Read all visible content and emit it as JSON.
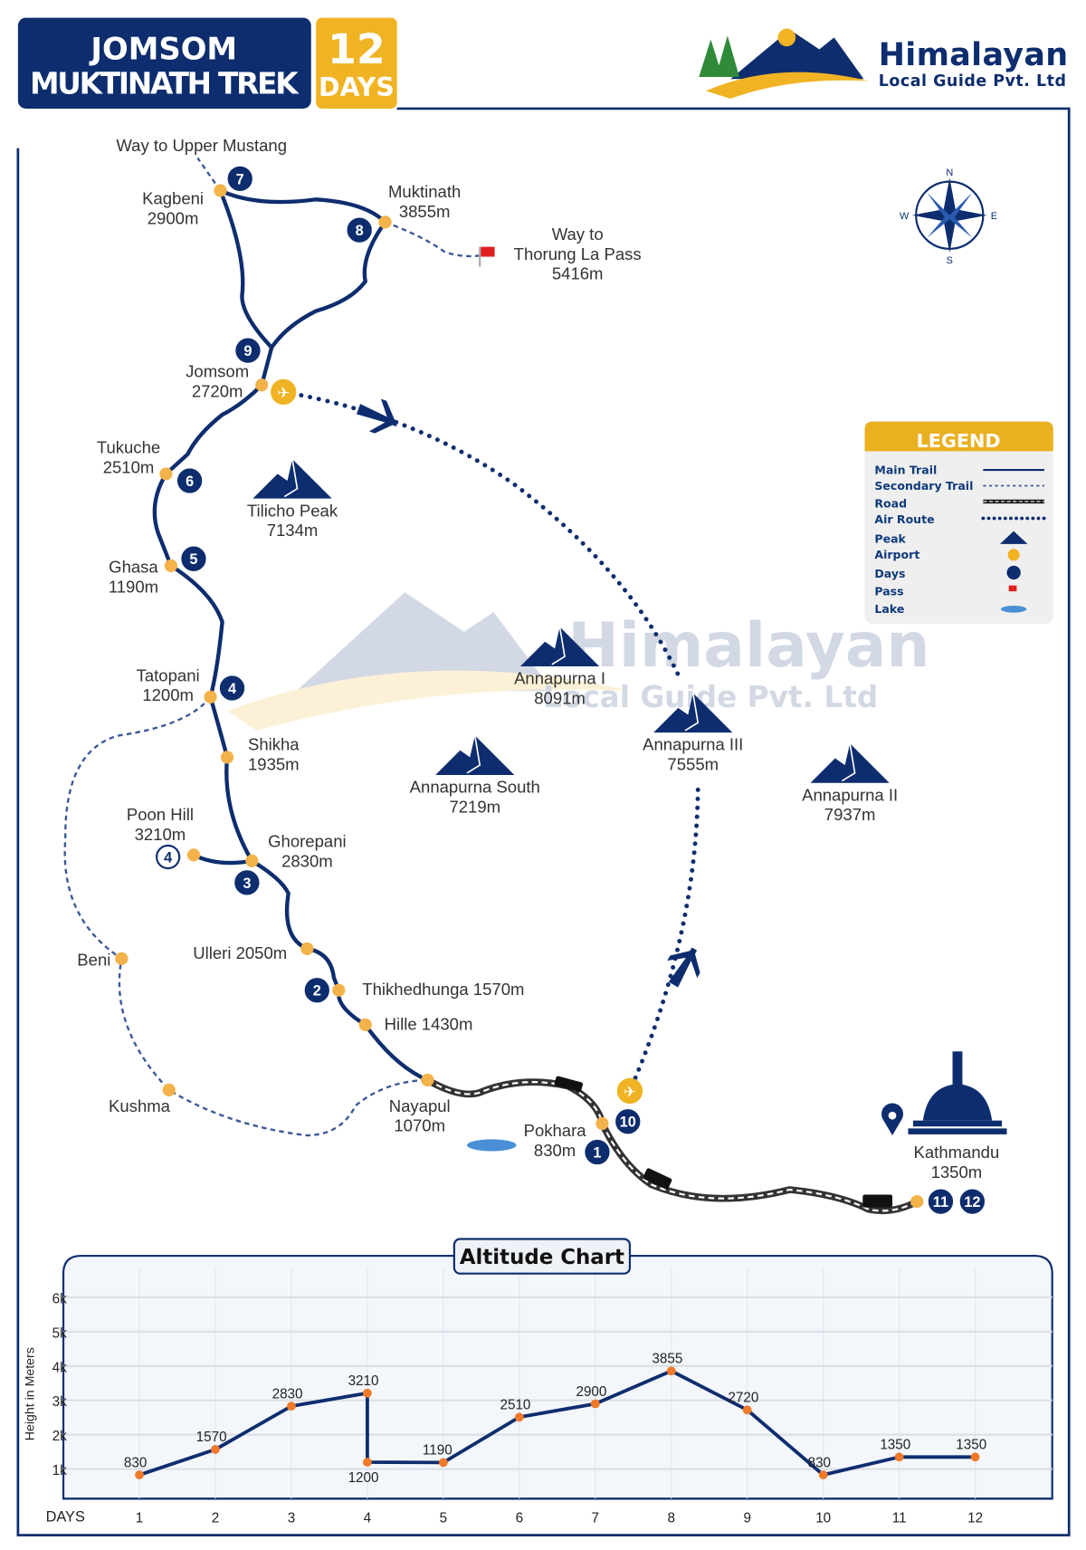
{
  "header": {
    "title_line1": "JOMSOM",
    "title_line2": "MUKTINATH TREK",
    "days_number": "12",
    "days_label": "DAYS"
  },
  "brand": {
    "name": "Himalayan",
    "subtitle": "Local Guide Pvt. Ltd"
  },
  "colors": {
    "navy": "#0d2d6e",
    "yellow": "#f0b323",
    "orange": "#f07a2a",
    "point": "#f3b24a",
    "lake": "#4a8fd6",
    "flag": "#e02020"
  },
  "annotations": {
    "upper_mustang": "Way to Upper Mustang",
    "thorung_1": "Way to",
    "thorung_2": "Thorung La Pass",
    "thorung_3": "5416m"
  },
  "compass": {
    "n": "N",
    "s": "S",
    "e": "E",
    "w": "W"
  },
  "places": [
    {
      "name": "Kagbeni",
      "alt": "2900m"
    },
    {
      "name": "Muktinath",
      "alt": "3855m"
    },
    {
      "name": "Jomsom",
      "alt": "2720m"
    },
    {
      "name": "Tukuche",
      "alt": "2510m"
    },
    {
      "name": "Ghasa",
      "alt": "1190m"
    },
    {
      "name": "Tatopani",
      "alt": "1200m"
    },
    {
      "name": "Shikha",
      "alt": "1935m"
    },
    {
      "name": "Poon Hill",
      "alt": "3210m"
    },
    {
      "name": "Ghorepani",
      "alt": "2830m"
    },
    {
      "name": "Ulleri 2050m",
      "alt": ""
    },
    {
      "name": "Thikhedhunga 1570m",
      "alt": ""
    },
    {
      "name": "Hille 1430m",
      "alt": ""
    },
    {
      "name": "Nayapul",
      "alt": "1070m"
    },
    {
      "name": "Pokhara",
      "alt": "830m"
    },
    {
      "name": "Kathmandu",
      "alt": "1350m"
    },
    {
      "name": "Beni",
      "alt": ""
    },
    {
      "name": "Kushma",
      "alt": ""
    }
  ],
  "peaks": [
    {
      "name": "Tilicho Peak",
      "alt": "7134m"
    },
    {
      "name": "Annapurna I",
      "alt": "8091m"
    },
    {
      "name": "Annapurna III",
      "alt": "7555m"
    },
    {
      "name": "Annapurna South",
      "alt": "7219m"
    },
    {
      "name": "Annapurna II",
      "alt": "7937m"
    }
  ],
  "day_markers": [
    "7",
    "8",
    "9",
    "6",
    "5",
    "4",
    "4",
    "3",
    "2",
    "1",
    "10",
    "11",
    "12"
  ],
  "legend": {
    "title": "LEGEND",
    "items": [
      "Main Trail",
      "Secondary Trail",
      "Road",
      "Air Route",
      "Peak",
      "Airport",
      "Days",
      "Pass",
      "Lake"
    ]
  },
  "chart_data": {
    "type": "line",
    "title": "Altitude Chart",
    "xlabel": "DAYS",
    "ylabel": "Height in Meters",
    "categories": [
      "1",
      "2",
      "3",
      "4",
      "5",
      "6",
      "7",
      "8",
      "9",
      "10",
      "11",
      "12"
    ],
    "yticks": [
      "1k",
      "2k",
      "3k",
      "4k",
      "5k",
      "6k"
    ],
    "ylim": [
      0,
      6500
    ],
    "points": [
      {
        "day": 1,
        "value": 830
      },
      {
        "day": 2,
        "value": 1570
      },
      {
        "day": 3,
        "value": 2830
      },
      {
        "day": 4,
        "value": 3210
      },
      {
        "day": 4,
        "value": 1200
      },
      {
        "day": 5,
        "value": 1190
      },
      {
        "day": 6,
        "value": 2510
      },
      {
        "day": 7,
        "value": 2900
      },
      {
        "day": 8,
        "value": 3855
      },
      {
        "day": 9,
        "value": 2720
      },
      {
        "day": 10,
        "value": 830
      },
      {
        "day": 11,
        "value": 1350
      },
      {
        "day": 12,
        "value": 1350
      }
    ],
    "labels": [
      "830",
      "1570",
      "2830",
      "3210",
      "1200",
      "1190",
      "2510",
      "2900",
      "3855",
      "2720",
      "830",
      "1350",
      "1350"
    ]
  }
}
